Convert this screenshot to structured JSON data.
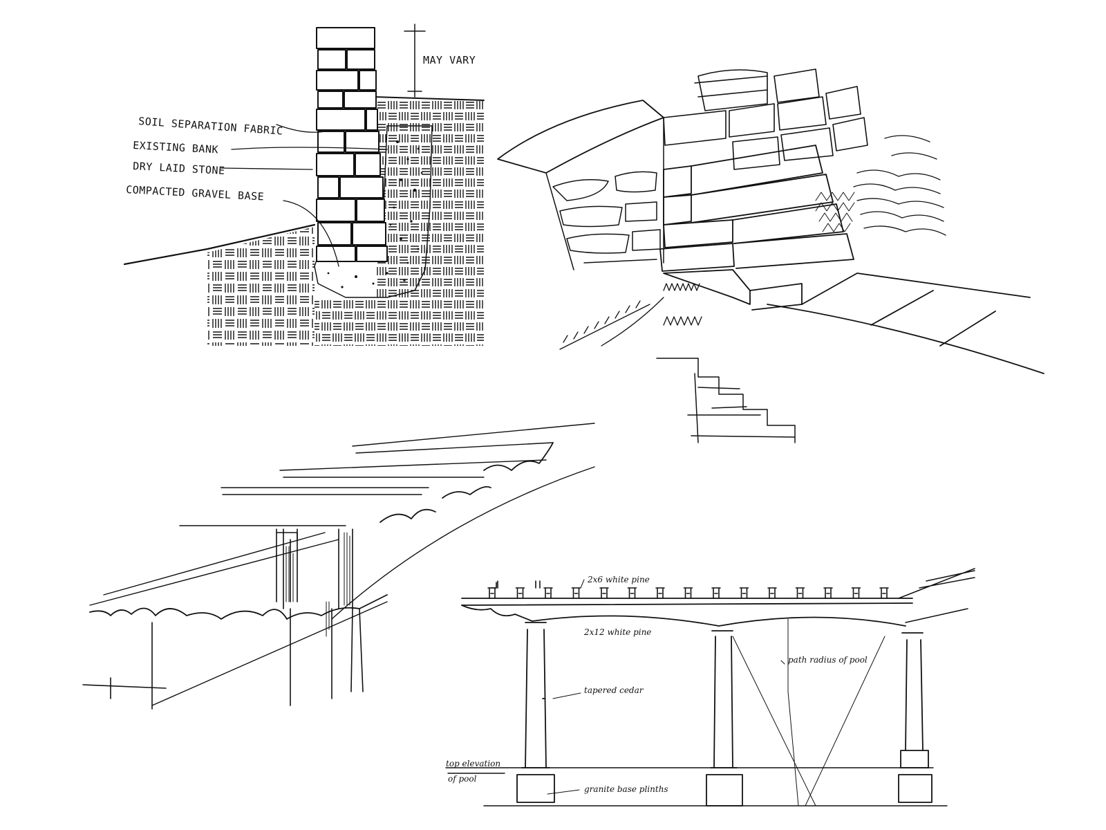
{
  "wall_section": {
    "may_vary": "MAY VARY",
    "labels": [
      "SOIL SEPARATION FABRIC",
      "EXISTING BANK",
      "DRY LAID STONE",
      "COMPACTED GRAVEL BASE"
    ]
  },
  "pergola_elevation": {
    "notes": [
      "2x6 white pine",
      "2x12 white pine",
      "tapered cedar",
      "path radius of pool",
      "granite base plinths"
    ],
    "side_note_line1": "top elevation",
    "side_note_line2": "of pool"
  },
  "colors": {
    "ink": "#111111",
    "paper": "#ffffff"
  }
}
